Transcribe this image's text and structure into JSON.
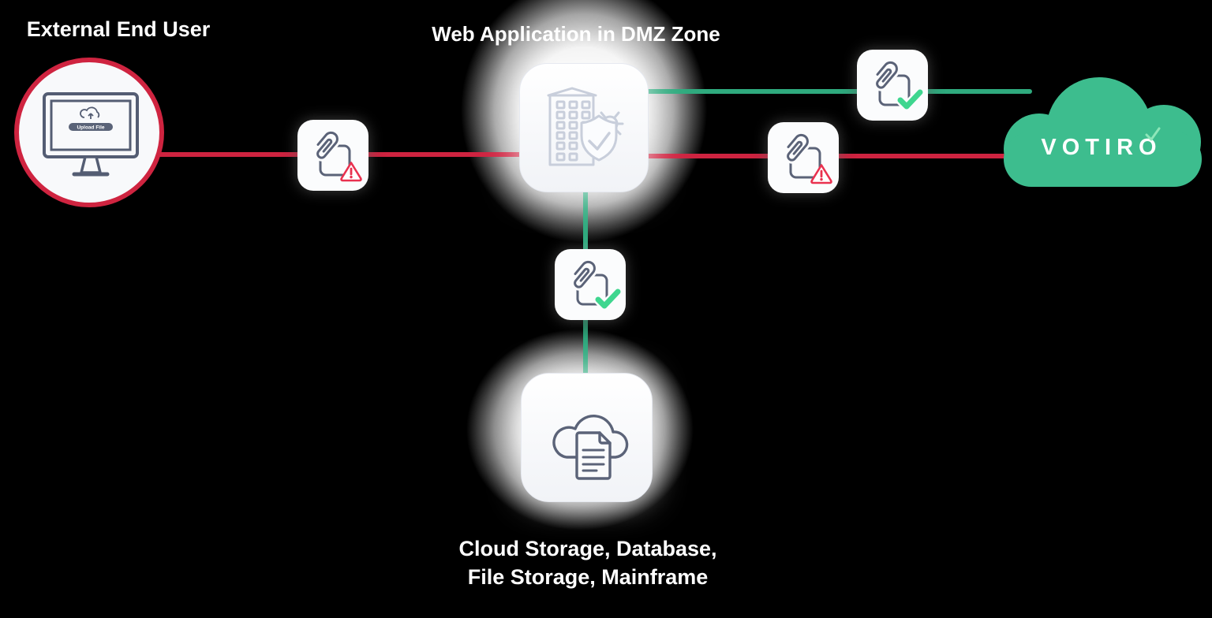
{
  "diagram": {
    "title_left": "External End User",
    "title_center": "Web Application in DMZ Zone",
    "title_bottom_line1": "Cloud Storage, Database,",
    "title_bottom_line2": "File Storage, Mainframe",
    "votiro_wordmark": "VOTIRO",
    "upload_button_label": "Upload File",
    "nodes": [
      {
        "id": "external-end-user",
        "label": "External End User",
        "icon": "monitor-upload-icon",
        "shape": "circle",
        "border_color": "#cf2440"
      },
      {
        "id": "dmz-web-application",
        "label": "Web Application in DMZ Zone",
        "icon": "building-shield-check-bug-icon",
        "shape": "rounded-card"
      },
      {
        "id": "votiro-cloud",
        "label": "VOTIRO",
        "icon": "votiro-cloud-logo",
        "shape": "cloud",
        "fill_color": "#3dbd8e"
      },
      {
        "id": "storage",
        "label": "Cloud Storage, Database, File Storage, Mainframe",
        "icon": "cloud-document-icon",
        "shape": "rounded-card"
      }
    ],
    "edges": [
      {
        "from": "external-end-user",
        "to": "dmz-web-application",
        "color": "red",
        "badge": "file-attachment-warning"
      },
      {
        "from": "dmz-web-application",
        "to": "votiro-cloud",
        "color": "red",
        "badge": "file-attachment-warning"
      },
      {
        "from": "votiro-cloud",
        "to": "dmz-web-application",
        "color": "green",
        "badge": "file-attachment-check"
      },
      {
        "from": "dmz-web-application",
        "to": "storage",
        "color": "green",
        "badge": "file-attachment-check"
      }
    ],
    "colors": {
      "background": "#000000",
      "risky_red": "#ce2340",
      "safe_green": "#2faa7e",
      "votiro_green": "#3dbd8e",
      "check_green": "#3fd68f",
      "warning_red": "#e9314f",
      "icon_stroke": "#5b6378",
      "icon_stroke_faded": "#c8cedb",
      "text": "#ffffff"
    }
  }
}
